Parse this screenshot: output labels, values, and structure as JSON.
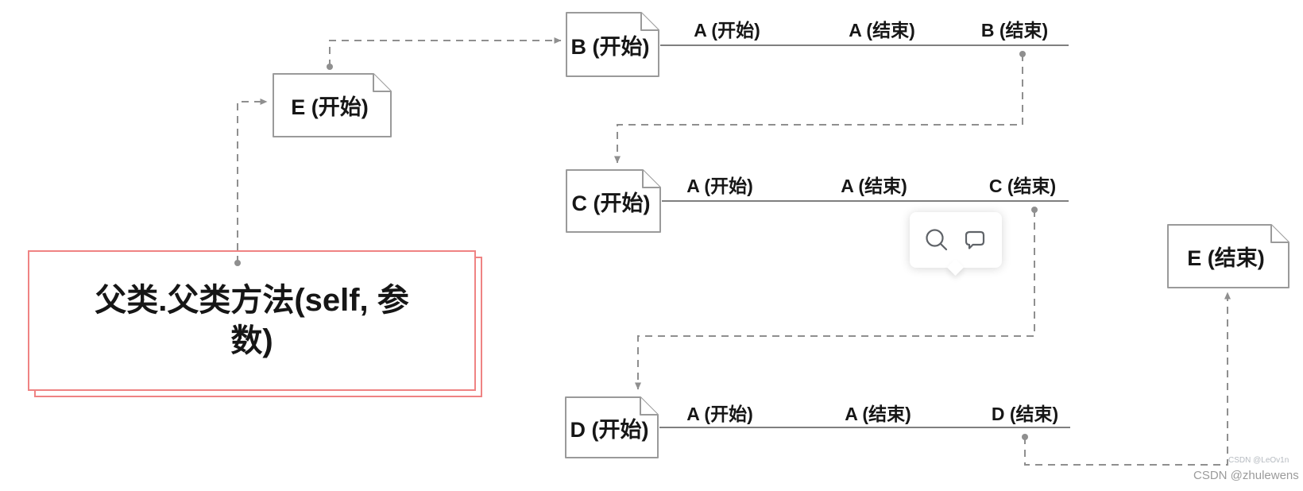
{
  "nodes": {
    "b_start": {
      "label": "B (开始)"
    },
    "e_start": {
      "label": "E (开始)"
    },
    "c_start": {
      "label": "C (开始)"
    },
    "d_start": {
      "label": "D (开始)"
    },
    "e_end": {
      "label": "E (结束)"
    },
    "parent_call": {
      "label": "父类.父类方法(self, 参数)",
      "lines": [
        "父类.父类方法(self, 参",
        "数)"
      ]
    }
  },
  "rows": {
    "b": {
      "labels": [
        "A (开始)",
        "A (结束)",
        "B (结束)"
      ]
    },
    "c": {
      "labels": [
        "A (开始)",
        "A (结束)",
        "C (结束)"
      ]
    },
    "d": {
      "labels": [
        "A (开始)",
        "A (结束)",
        "D (结束)"
      ]
    }
  },
  "popover": {
    "buttons": [
      {
        "icon": "search-icon"
      },
      {
        "icon": "comment-icon"
      }
    ]
  },
  "watermarks": {
    "small": "CSDN @LeOv1n",
    "large": "CSDN @zhulewens"
  },
  "colors": {
    "node_border": "#9a9a9a",
    "edge": "#8f8f8f",
    "timeline": "#7f7f7f",
    "text": "#161616",
    "highlight_border": "#ef8383",
    "icon": "#5f6368",
    "watermark_small": "#b5bac0",
    "watermark_large": "#9b9b9b"
  }
}
